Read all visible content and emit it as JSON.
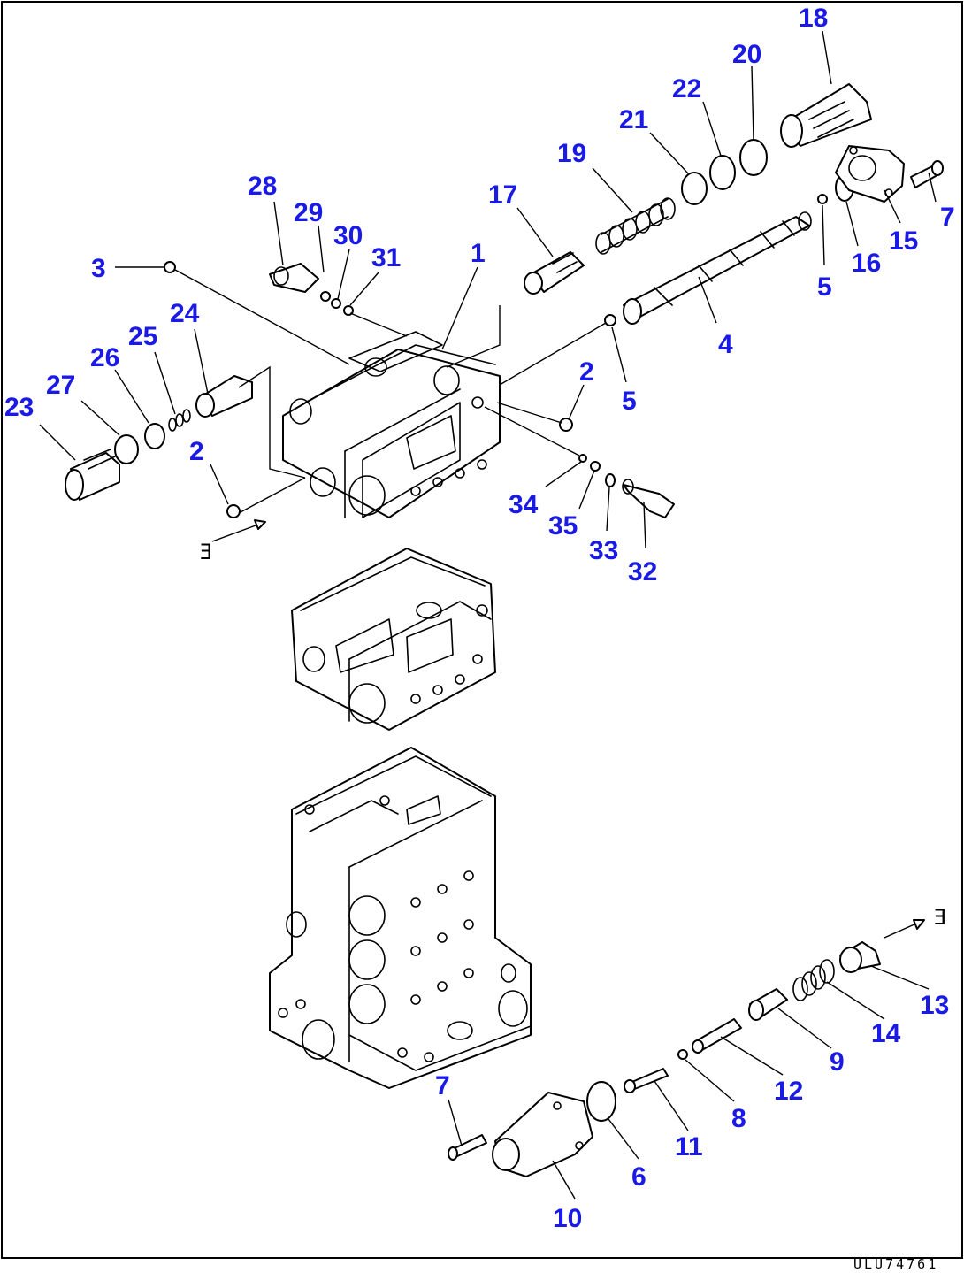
{
  "diagram": {
    "drawing_number": "ULU74761",
    "flow_reference_mark": "Ǝ",
    "callouts": [
      {
        "label": "18"
      },
      {
        "label": "20"
      },
      {
        "label": "22"
      },
      {
        "label": "21"
      },
      {
        "label": "19"
      },
      {
        "label": "17"
      },
      {
        "label": "28"
      },
      {
        "label": "29"
      },
      {
        "label": "30"
      },
      {
        "label": "31"
      },
      {
        "label": "1"
      },
      {
        "label": "3"
      },
      {
        "label": "24"
      },
      {
        "label": "25"
      },
      {
        "label": "26"
      },
      {
        "label": "27"
      },
      {
        "label": "23"
      },
      {
        "label": "2"
      },
      {
        "label": "7"
      },
      {
        "label": "15"
      },
      {
        "label": "16"
      },
      {
        "label": "5"
      },
      {
        "label": "4"
      },
      {
        "label": "5"
      },
      {
        "label": "2"
      },
      {
        "label": "34"
      },
      {
        "label": "35"
      },
      {
        "label": "33"
      },
      {
        "label": "32"
      },
      {
        "label": "13"
      },
      {
        "label": "14"
      },
      {
        "label": "9"
      },
      {
        "label": "12"
      },
      {
        "label": "8"
      },
      {
        "label": "11"
      },
      {
        "label": "7"
      },
      {
        "label": "6"
      },
      {
        "label": "10"
      }
    ]
  }
}
